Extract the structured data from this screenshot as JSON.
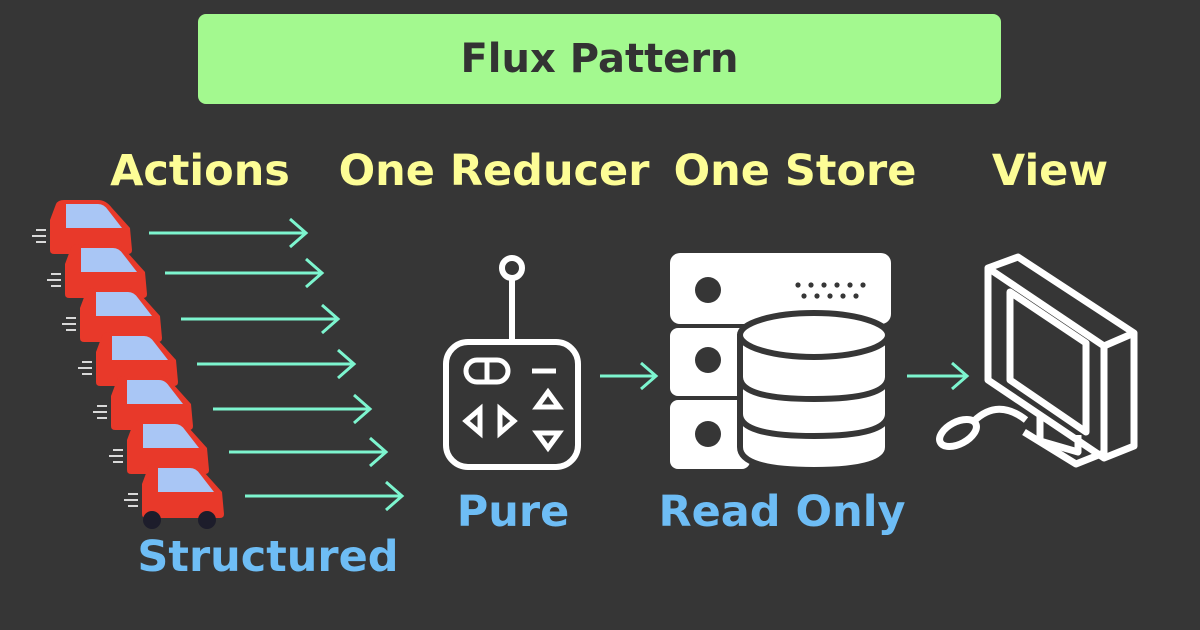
{
  "title": "Flux Pattern",
  "columns": {
    "actions": "Actions",
    "reducer": "One Reducer",
    "store": "One Store",
    "view": "View"
  },
  "descriptors": {
    "actions": "Structured",
    "reducer": "Pure",
    "store": "Read Only"
  },
  "colors": {
    "background": "#363636",
    "title_box": "#a3f98f",
    "title_text": "#333333",
    "column_label": "#fdfd96",
    "descriptor": "#6ebdf5",
    "arrow": "#7df5cf",
    "icon": "#ffffff",
    "car_body": "#e8392a",
    "car_window": "#a9c6f5"
  },
  "icons": {
    "actions": "car-icon",
    "reducer": "remote-control-icon",
    "store": "database-server-icon",
    "view": "computer-monitor-icon"
  }
}
